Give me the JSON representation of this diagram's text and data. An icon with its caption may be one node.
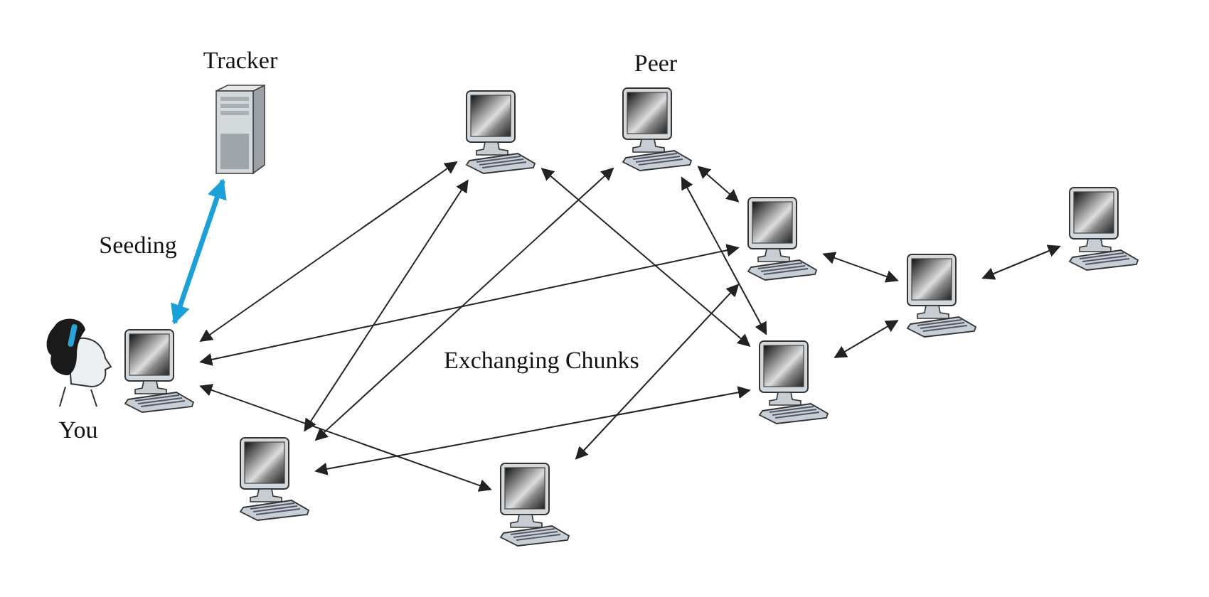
{
  "diagram": {
    "nodes": [
      {
        "text": [
          "Tracker"
        ]
      },
      {
        "text": [
          "You"
        ]
      },
      {
        "text": [],
        "shape": "computer"
      },
      {
        "text": [],
        "shape": "computer"
      },
      {
        "text": [
          "Peer"
        ]
      },
      {
        "text": [],
        "shape": "computer"
      },
      {
        "text": [],
        "shape": "computer"
      },
      {
        "text": [],
        "shape": "computer"
      },
      {
        "text": [],
        "shape": "computer"
      },
      {
        "text": [],
        "shape": "computer"
      },
      {
        "text": [],
        "shape": "computer"
      }
    ],
    "edges": [
      {
        "from": 2,
        "to": 0,
        "arrow": "both",
        "label": "Seeding",
        "style": "thick",
        "color": "#1ba1d9"
      },
      {
        "from": 2,
        "to": 3,
        "arrow": "both"
      },
      {
        "from": 2,
        "to": 5,
        "arrow": "both"
      },
      {
        "from": 2,
        "to": 10,
        "arrow": "both"
      },
      {
        "from": 3,
        "to": 9,
        "arrow": "both"
      },
      {
        "from": 4,
        "to": 9,
        "arrow": "both"
      },
      {
        "from": 3,
        "to": 8,
        "arrow": "both"
      },
      {
        "from": 4,
        "to": 8,
        "arrow": "both"
      },
      {
        "from": 4,
        "to": 5,
        "arrow": "both"
      },
      {
        "from": 5,
        "to": 6,
        "arrow": "both"
      },
      {
        "from": 6,
        "to": 7,
        "arrow": "both"
      },
      {
        "from": 8,
        "to": 6,
        "arrow": "both"
      },
      {
        "from": 9,
        "to": 8,
        "arrow": "both"
      },
      {
        "from": 10,
        "to": 5,
        "arrow": "both"
      }
    ],
    "labels": [
      "Exchanging Chunks"
    ]
  }
}
